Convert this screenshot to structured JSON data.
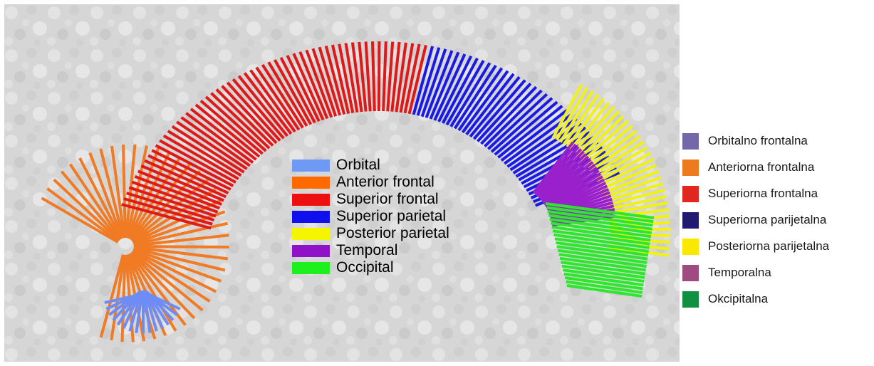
{
  "figure": {
    "background_color": "#d9d9d9",
    "regions": [
      {
        "key": "orbital",
        "color": "#6e8cf5"
      },
      {
        "key": "anterior_frontal",
        "color": "#f07b24"
      },
      {
        "key": "superior_frontal",
        "color": "#e01818"
      },
      {
        "key": "superior_parietal",
        "color": "#1a1ae6"
      },
      {
        "key": "posterior_parietal",
        "color": "#f2f20f"
      },
      {
        "key": "temporal",
        "color": "#9a20cc"
      },
      {
        "key": "occipital",
        "color": "#2ee62e"
      }
    ]
  },
  "legend_inner": [
    {
      "label": "Orbital",
      "color": "#6e9af5"
    },
    {
      "label": "Anterior frontal",
      "color": "#ff6a00"
    },
    {
      "label": "Superior frontal",
      "color": "#ee1010"
    },
    {
      "label": "Superior parietal",
      "color": "#1010ee"
    },
    {
      "label": "Posterior parietal",
      "color": "#f5f500"
    },
    {
      "label": "Temporal",
      "color": "#9012c8"
    },
    {
      "label": "Occipital",
      "color": "#1ef01e"
    }
  ],
  "legend_right": [
    {
      "label": "Orbitalno frontalna",
      "color": "#7468a8"
    },
    {
      "label": "Anteriorna frontalna",
      "color": "#ee7a1e"
    },
    {
      "label": "Superiorna frontalna",
      "color": "#e0261e"
    },
    {
      "label": "Superiorna parijetalna",
      "color": "#221a6e"
    },
    {
      "label": "Posteriorna parijetalna",
      "color": "#fbe800"
    },
    {
      "label": "Temporalna",
      "color": "#a04a82"
    },
    {
      "label": "Okcipitalna",
      "color": "#109040"
    }
  ]
}
